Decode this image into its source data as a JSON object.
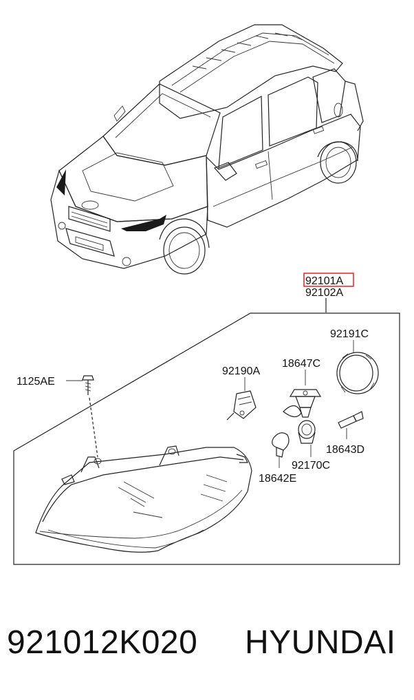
{
  "callouts": {
    "main_assembly": "92101A",
    "main_assembly_alt": "92102A",
    "socket_cover": "92191C",
    "socket": "92190A",
    "bulb_h4": "18647C",
    "screw": "1125AE",
    "side_bulb": "18643D",
    "bulb_holder": "92170C",
    "amber_bulb": "18642E"
  },
  "highlight_color": "#e8202a",
  "footer": {
    "part_number": "921012K020",
    "brand": "HYUNDAI"
  }
}
